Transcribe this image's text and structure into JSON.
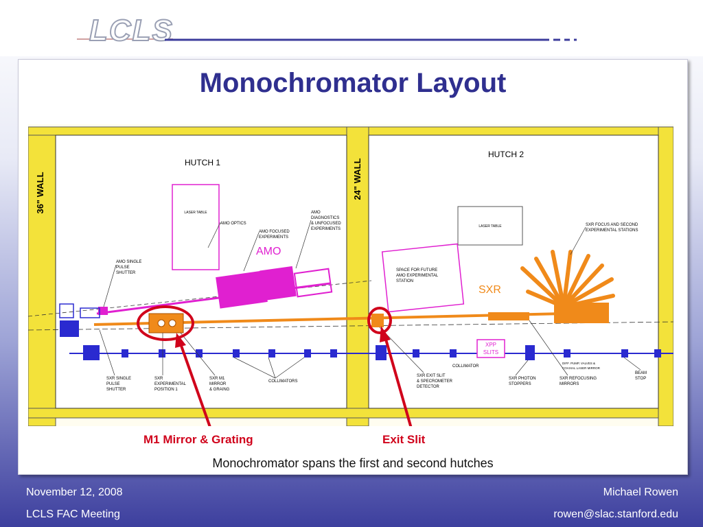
{
  "header": {
    "logo_text": "LCLS"
  },
  "slide": {
    "title": "Monochromator Layout",
    "caption": "Monochromator spans the first and second hutches"
  },
  "diagram": {
    "walls": {
      "wall_36": "36\" WALL",
      "wall_24": "24\" WALL"
    },
    "hutches": {
      "hutch1": "HUTCH 1",
      "hutch2": "HUTCH 2"
    },
    "labels": {
      "laser_table_1": "LASER TABLE",
      "laser_table_2": "LASER TABLE",
      "amo_optics": "AMO OPTICS",
      "amo_focused_1": "AMO FOCUSED",
      "amo_focused_2": "EXPERIMENTS",
      "amo_diag_1": "AMO",
      "amo_diag_2": "DIAGNOSTICS",
      "amo_diag_3": "& UNFOCUSED",
      "amo_diag_4": "EXPERIMENTS",
      "amo": "AMO",
      "amo_single_1": "AMO SINGLE",
      "amo_single_2": "PULSE",
      "amo_single_3": "SHUTTER",
      "space_future_1": "SPACE FOR FUTURE",
      "space_future_2": "AMO EXPERIMENTAL",
      "space_future_3": "STATION",
      "sxr_focus_1": "SXR FOCUS AND SECOND",
      "sxr_focus_2": "EXPERIMENTAL STATIONS",
      "sxr": "SXR",
      "xpp_1": "XPP",
      "xpp_2": "SLITS",
      "sxr_single_1": "SXR SINGLE",
      "sxr_single_2": "PULSE",
      "sxr_single_3": "SHUTTER",
      "sxr_exp_1": "SXR",
      "sxr_exp_2": "EXPERIMENTAL",
      "sxr_exp_3": "POSITION 1",
      "sxr_m1_1": "SXR M1",
      "sxr_m1_2": "MIRROR",
      "sxr_m1_3": "& GRAING",
      "collimators": "COLLIMATORS",
      "collimator": "COLLIMATOR",
      "exit_slit_1": "SXR EXIT SLIT",
      "exit_slit_2": "& SPECROMETER",
      "exit_slit_3": "DETECTOR",
      "photon_1": "SXR PHOTON",
      "photon_2": "STOPPERS",
      "refocus_1": "SXR REFOCUSING",
      "refocus_2": "MIRRORS",
      "diff_1": "DIFF. PUMP, VALVES &",
      "diff_2": "COAXIAL LASER MIRROR",
      "beam_stop_1": "BEAM",
      "beam_stop_2": "STOP"
    },
    "callouts": {
      "m1": "M1 Mirror & Grating",
      "exit": "Exit Slit"
    },
    "colors": {
      "wall": "#f3e23a",
      "amo": "#e020d0",
      "sxr": "#f08a1a",
      "beamline": "#2a2ad0",
      "callout": "#d0021b",
      "title": "#2f2f8f"
    }
  },
  "footer": {
    "date": "November 12, 2008",
    "meeting": "LCLS FAC Meeting",
    "author": "Michael Rowen",
    "email": "rowen@slac.stanford.edu"
  }
}
